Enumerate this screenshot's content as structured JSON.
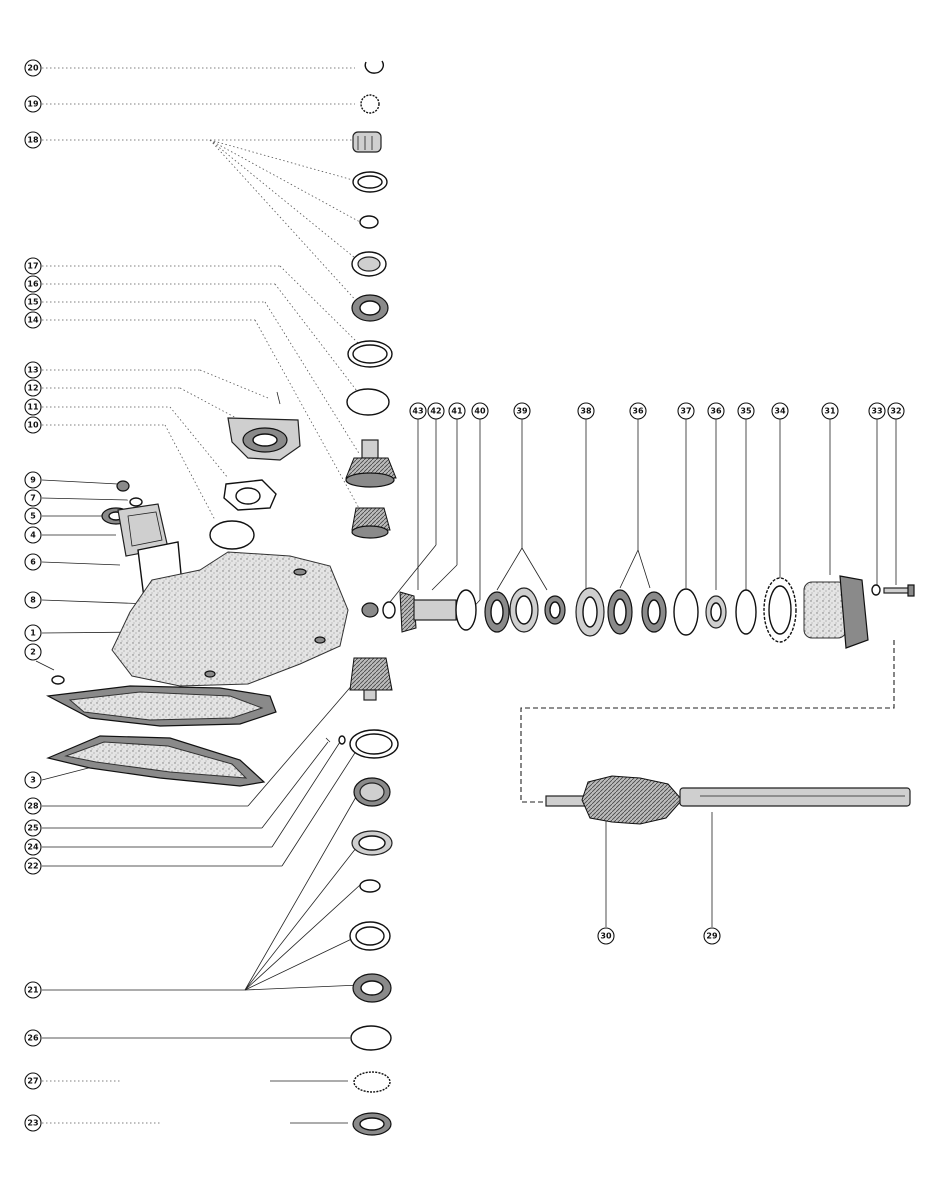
{
  "callouts": [
    {
      "id": "c20",
      "label": "20"
    },
    {
      "id": "c19",
      "label": "19"
    },
    {
      "id": "c18",
      "label": "18"
    },
    {
      "id": "c17",
      "label": "17"
    },
    {
      "id": "c16",
      "label": "16"
    },
    {
      "id": "c15",
      "label": "15"
    },
    {
      "id": "c14",
      "label": "14"
    },
    {
      "id": "c13",
      "label": "13"
    },
    {
      "id": "c12",
      "label": "12"
    },
    {
      "id": "c11",
      "label": "11"
    },
    {
      "id": "c10",
      "label": "10"
    },
    {
      "id": "c9",
      "label": "9"
    },
    {
      "id": "c7",
      "label": "7"
    },
    {
      "id": "c5",
      "label": "5"
    },
    {
      "id": "c4",
      "label": "4"
    },
    {
      "id": "c6",
      "label": "6"
    },
    {
      "id": "c8",
      "label": "8"
    },
    {
      "id": "c1",
      "label": "1"
    },
    {
      "id": "c2",
      "label": "2"
    },
    {
      "id": "c3",
      "label": "3"
    },
    {
      "id": "c28",
      "label": "28"
    },
    {
      "id": "c25",
      "label": "25"
    },
    {
      "id": "c24",
      "label": "24"
    },
    {
      "id": "c22",
      "label": "22"
    },
    {
      "id": "c21",
      "label": "21"
    },
    {
      "id": "c26",
      "label": "26"
    },
    {
      "id": "c27",
      "label": "27"
    },
    {
      "id": "c23",
      "label": "23"
    },
    {
      "id": "c43",
      "label": "43"
    },
    {
      "id": "c42",
      "label": "42"
    },
    {
      "id": "c41",
      "label": "41"
    },
    {
      "id": "c40",
      "label": "40"
    },
    {
      "id": "c39",
      "label": "39"
    },
    {
      "id": "c38",
      "label": "38"
    },
    {
      "id": "c36",
      "label": "36"
    },
    {
      "id": "c37",
      "label": "37"
    },
    {
      "id": "c36b",
      "label": "36"
    },
    {
      "id": "c35",
      "label": "35"
    },
    {
      "id": "c34",
      "label": "34"
    },
    {
      "id": "c31",
      "label": "31"
    },
    {
      "id": "c33",
      "label": "33"
    },
    {
      "id": "c32",
      "label": "32"
    },
    {
      "id": "c30",
      "label": "30"
    },
    {
      "id": "c29",
      "label": "29"
    }
  ]
}
